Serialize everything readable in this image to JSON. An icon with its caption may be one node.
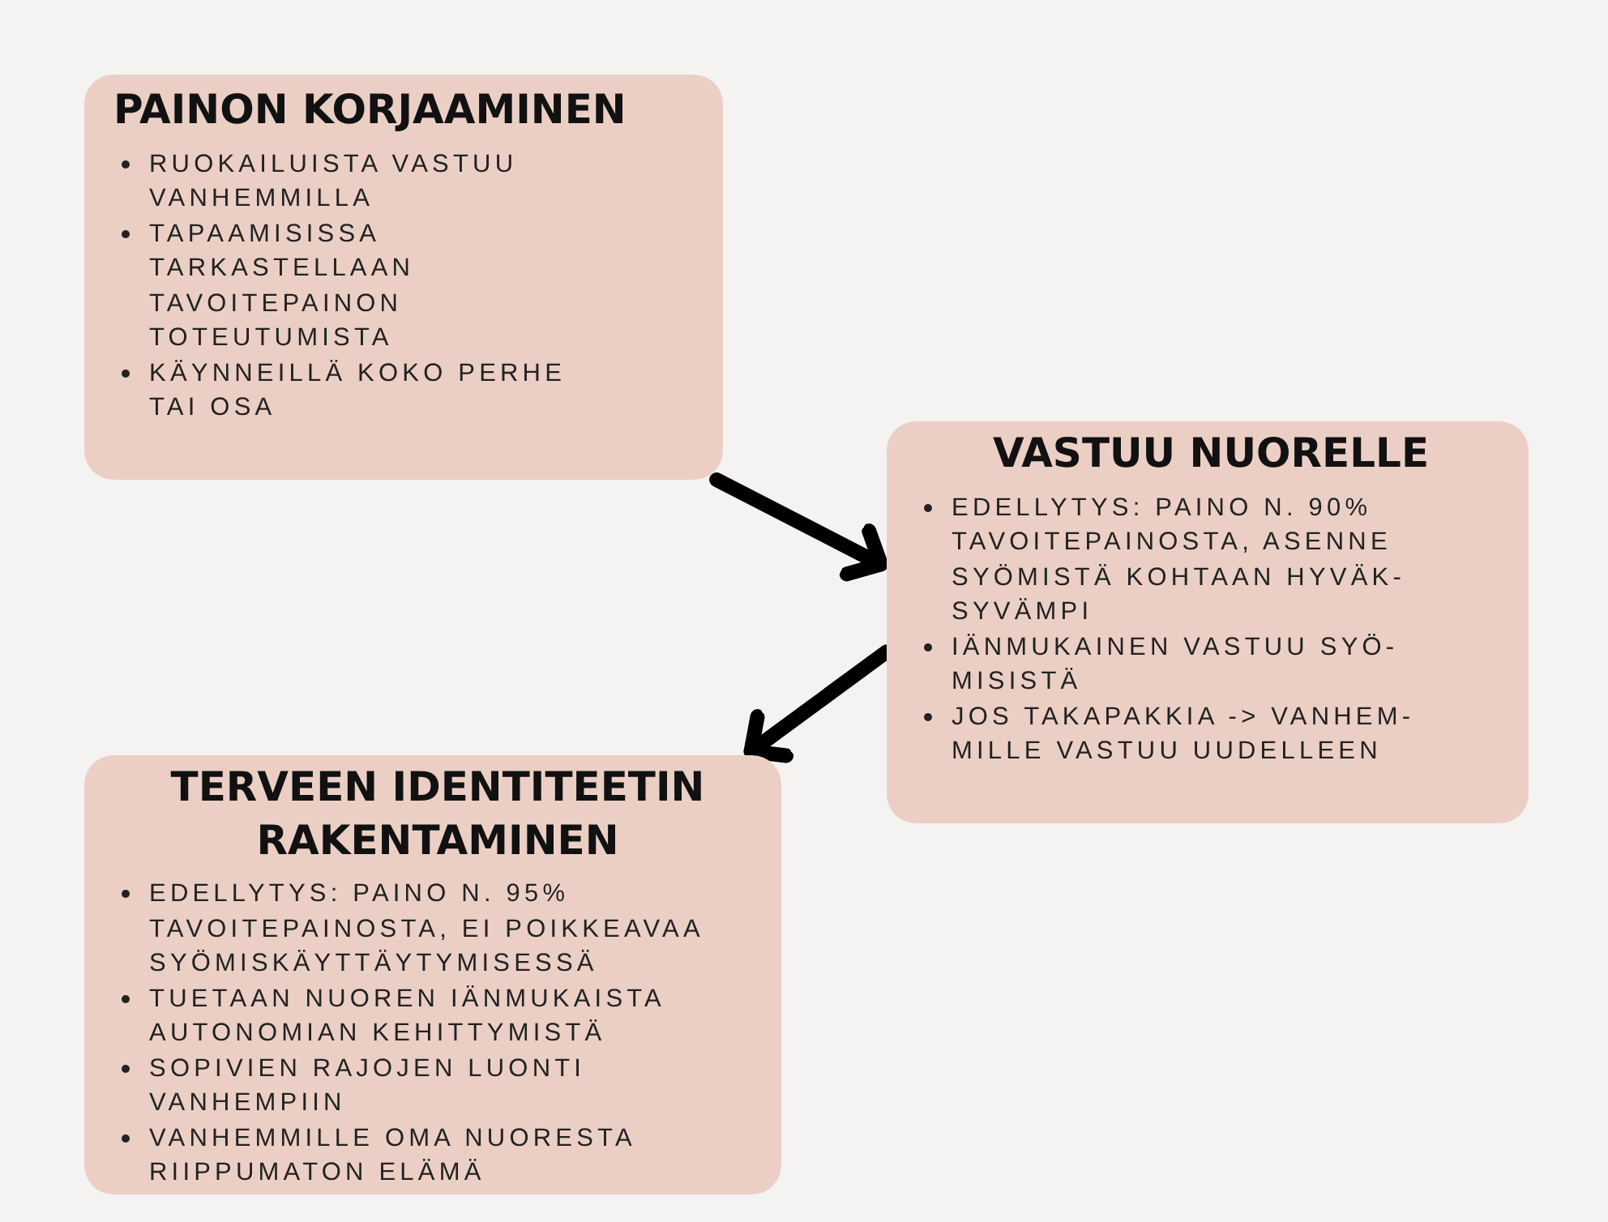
{
  "diagram": {
    "nodes": [
      {
        "text": [
          "PAINON KORJAAMINEN",
          "RUOKAILUISTA VASTUU VANHEMMILLA",
          "TAPAAMISISSA TARKASTELLAAN TAVOITEPAINON TOTEUTUMISTA",
          "KÄYNNEILLÄ KOKO PERHE TAI OSA"
        ]
      },
      {
        "text": [
          "VASTUU NUORELLE",
          "EDELLYTYS: PAINO N. 90% TAVOITEPAINOSTA, ASENNE SYÖMISTÄ KOHTAAN HYVÄK-SYVÄMPI",
          "IÄNMUKAINEN VASTUU SYÖ-MISISTÄ",
          "JOS TAKAPAKKIA -> VANHEM-MILLE VASTUU UUDELLEEN"
        ]
      },
      {
        "text": [
          "TERVEEN IDENTITEETIN RAKENTAMINEN",
          "EDELLYTYS: PAINO N. 95% TAVOITEPAINOSTA, EI POIKKEAVAA SYÖMISKÄYTTÄYTYMISESSÄ",
          "TUETAAN NUOREN IÄNMUKAISTA AUTONOMIAN KEHITTYMISTÄ",
          "SOPIVIEN RAJOJEN LUONTI VANHEMPIIN",
          "VANHEMMILLE OMA NUORESTA RIIPPUMATON ELÄMÄ"
        ]
      }
    ],
    "edges": [
      {
        "from": 0,
        "to": 1,
        "arrow": "to"
      },
      {
        "from": 1,
        "to": 2,
        "arrow": "to"
      }
    ]
  }
}
